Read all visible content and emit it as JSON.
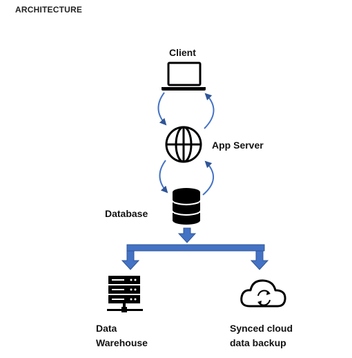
{
  "heading": "ARCHITECTURE",
  "nodes": {
    "client": {
      "label": "Client",
      "icon": "laptop-icon"
    },
    "app_server": {
      "label": "App Server",
      "icon": "globe-icon"
    },
    "database": {
      "label": "Database",
      "icon": "database-icon"
    },
    "data_warehouse": {
      "label_line1": "Data",
      "label_line2": "Warehouse",
      "icon": "server-rack-icon"
    },
    "cloud_backup": {
      "label_line1": "Synced cloud",
      "label_line2": "data backup",
      "icon": "cloud-sync-icon"
    }
  },
  "colors": {
    "arrow": "#4472c4",
    "arrow_dark": "#2f5597",
    "icon": "#000000"
  }
}
